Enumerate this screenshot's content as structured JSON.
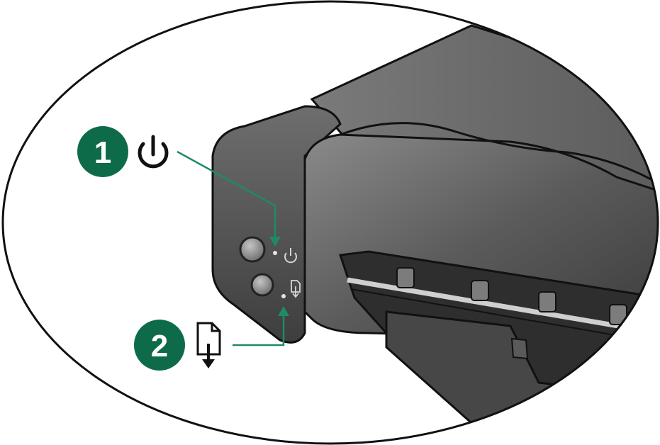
{
  "callouts": [
    {
      "number": "1",
      "icon": "power-icon",
      "target": "power-light"
    },
    {
      "number": "2",
      "icon": "resume-icon",
      "target": "resume-light"
    }
  ],
  "colors": {
    "callout_green": "#0e6b4a",
    "leader_green": "#1f8a66",
    "printer_dark": "#3a3a3a",
    "printer_mid": "#6c6c6c",
    "printer_light": "#9a9a9a",
    "outline": "#111111"
  }
}
